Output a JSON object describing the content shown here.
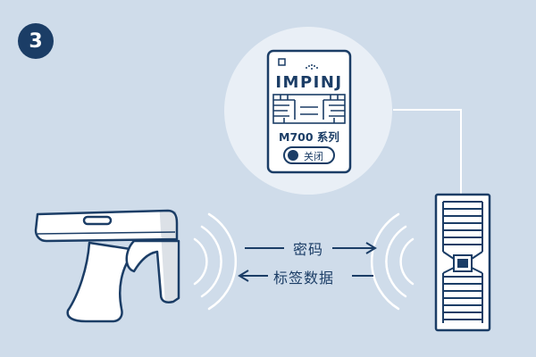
{
  "step_number": "3",
  "chip": {
    "brand": "IMPINJ",
    "model": "M700 系列",
    "toggle_label": "关闭"
  },
  "messages": {
    "to_tag": "密码",
    "from_tag": "标签数据"
  },
  "colors": {
    "background": "#cfdcea",
    "ink": "#1b3d66",
    "panel": "#e9eff6",
    "white": "#ffffff"
  },
  "icons": [
    "rfid-reader-gun-icon",
    "radio-wave-icon",
    "rfid-tag-antenna-icon",
    "impinj-m700-chip-icon"
  ]
}
